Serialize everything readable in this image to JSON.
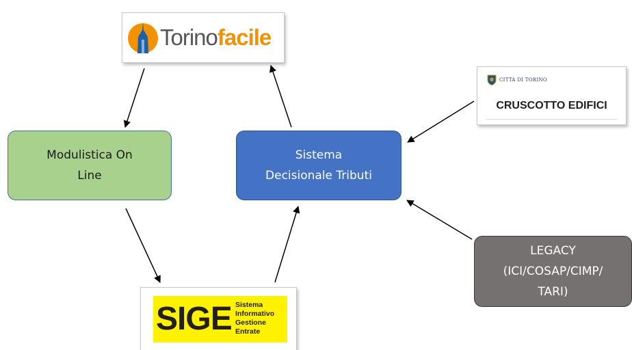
{
  "nodes": {
    "modulistica": {
      "lines": [
        "Modulistica On",
        "Line"
      ],
      "color": "#a9d18e"
    },
    "sistema": {
      "lines": [
        "Sistema",
        "Decisionale Tributi"
      ],
      "color": "#4472c4"
    },
    "legacy": {
      "lines": [
        "LEGACY",
        "(ICI/COSAP/CIMP/",
        "TARI)"
      ],
      "color": "#767171"
    }
  },
  "logos": {
    "torinofacile": {
      "word_part1": "Torino",
      "word_part2": "facile",
      "icon": "mole-antonelliana-icon"
    },
    "cruscotto": {
      "city": "CITTÀ DI TORINO",
      "title": "CRUSCOTTO EDIFICI",
      "icon": "city-crest-icon"
    },
    "sige": {
      "word": "SIGE",
      "subtitle": [
        "Sistema",
        "Informativo",
        "Gestione",
        "Entrate"
      ]
    }
  },
  "edges": [
    {
      "from": "torinofacile",
      "to": "modulistica"
    },
    {
      "from": "modulistica",
      "to": "sige"
    },
    {
      "from": "sige",
      "to": "sistema"
    },
    {
      "from": "sistema",
      "to": "torinofacile"
    },
    {
      "from": "cruscotto",
      "to": "sistema"
    },
    {
      "from": "legacy",
      "to": "sistema"
    }
  ]
}
